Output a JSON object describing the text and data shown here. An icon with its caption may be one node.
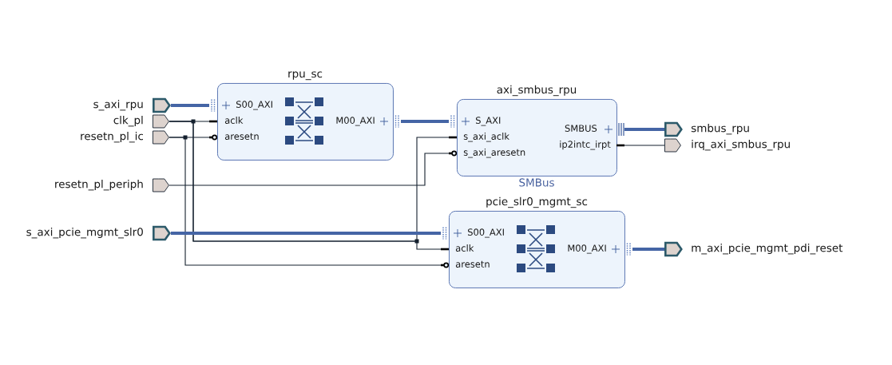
{
  "diagram": {
    "nodes": [
      {
        "text": [
          "s_axi_rpu"
        ]
      },
      {
        "text": [
          "clk_pl"
        ]
      },
      {
        "text": [
          "resetn_pl_ic"
        ]
      },
      {
        "text": [
          "rpu_sc"
        ]
      },
      {
        "text": [
          "S00_AXI"
        ],
        "in": 3
      },
      {
        "text": [
          "aclk"
        ],
        "in": 3
      },
      {
        "text": [
          "aresetn"
        ],
        "in": 3
      },
      {
        "text": [
          "M00_AXI"
        ],
        "in": 3
      },
      {
        "text": [
          "axi_smbus_rpu"
        ],
        "beside": [
          "SMBus"
        ]
      },
      {
        "text": [
          "S_AXI"
        ],
        "in": 8
      },
      {
        "text": [
          "s_axi_aclk"
        ],
        "in": 8
      },
      {
        "text": [
          "s_axi_aresetn"
        ],
        "in": 8
      },
      {
        "text": [
          "SMBUS"
        ],
        "in": 8
      },
      {
        "text": [
          "ip2intc_irpt"
        ],
        "in": 8
      },
      {
        "text": [
          "smbus_rpu"
        ]
      },
      {
        "text": [
          "irq_axi_smbus_rpu"
        ]
      },
      {
        "text": [
          "resetn_pl_periph"
        ]
      },
      {
        "text": [
          "pcie_slr0_mgmt_sc"
        ]
      },
      {
        "text": [
          "S00_AXI"
        ],
        "in": 17
      },
      {
        "text": [
          "aclk"
        ],
        "in": 17
      },
      {
        "text": [
          "aresetn"
        ],
        "in": 17
      },
      {
        "text": [
          "M00_AXI"
        ],
        "in": 17
      },
      {
        "text": [
          "s_axi_pcie_mgmt_slr0"
        ]
      },
      {
        "text": [
          "m_axi_pcie_mgmt_pdi_reset"
        ]
      }
    ],
    "edges": [
      {
        "from": 0,
        "to": 4,
        "arrow": "none",
        "style": "thick",
        "color": "#4565a5"
      },
      {
        "from": 1,
        "to": 5,
        "arrow": "none"
      },
      {
        "from": 1,
        "to": 10,
        "arrow": "none"
      },
      {
        "from": 1,
        "to": 19,
        "arrow": "none"
      },
      {
        "from": 2,
        "to": 6,
        "arrow": "none"
      },
      {
        "from": 2,
        "to": 20,
        "arrow": "none"
      },
      {
        "from": 7,
        "to": 9,
        "arrow": "none",
        "style": "thick",
        "color": "#4565a5"
      },
      {
        "from": 12,
        "to": 14,
        "arrow": "none",
        "style": "thick",
        "color": "#4565a5"
      },
      {
        "from": 13,
        "to": 15,
        "arrow": "none"
      },
      {
        "from": 16,
        "to": 11,
        "arrow": "none"
      },
      {
        "from": 22,
        "to": 18,
        "arrow": "none",
        "style": "thick",
        "color": "#4565a5"
      },
      {
        "from": 21,
        "to": 23,
        "arrow": "none",
        "style": "thick",
        "color": "#4565a5"
      }
    ]
  }
}
